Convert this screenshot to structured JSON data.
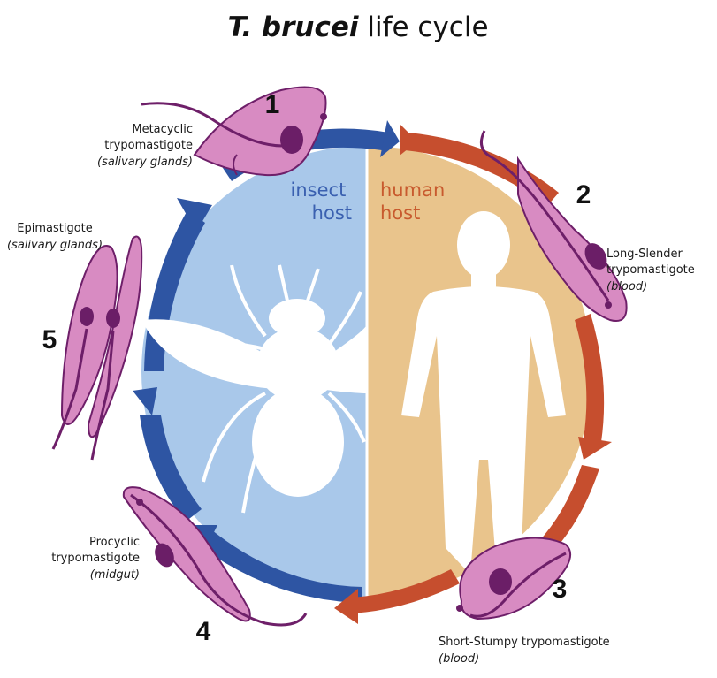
{
  "title": {
    "emphasis": "T. brucei",
    "rest": " life cycle"
  },
  "hosts": {
    "insect": {
      "line1": "insect",
      "line2": "host"
    },
    "human": {
      "line1": "human",
      "line2": "host"
    }
  },
  "stages": [
    {
      "number": "1",
      "name_lines": [
        "Metacyclic",
        "trypomastigote"
      ],
      "location": "(salivary glands)"
    },
    {
      "number": "2",
      "name_lines": [
        "Long-Slender",
        "trypomastigote"
      ],
      "location": "(blood)"
    },
    {
      "number": "3",
      "name_lines": [
        "Short-Stumpy trypomastigote"
      ],
      "location": "(blood)"
    },
    {
      "number": "4",
      "name_lines": [
        "Procyclic",
        "trypomastigote"
      ],
      "location": "(midgut)"
    },
    {
      "number": "5",
      "name_lines": [
        "Epimastigote"
      ],
      "location": "(salivary glands)"
    }
  ],
  "colors": {
    "insect_bg": "#A9C8EA",
    "human_bg": "#E9C48C",
    "insect_arrow": "#2E55A3",
    "human_arrow": "#C64E2E",
    "insect_text": "#3A60B0",
    "human_text": "#C85A2E",
    "parasite_fill": "#D88BC2",
    "parasite_stroke": "#6E1F69",
    "nucleus": "#6B1E67",
    "silhouette": "#FFFFFF"
  }
}
